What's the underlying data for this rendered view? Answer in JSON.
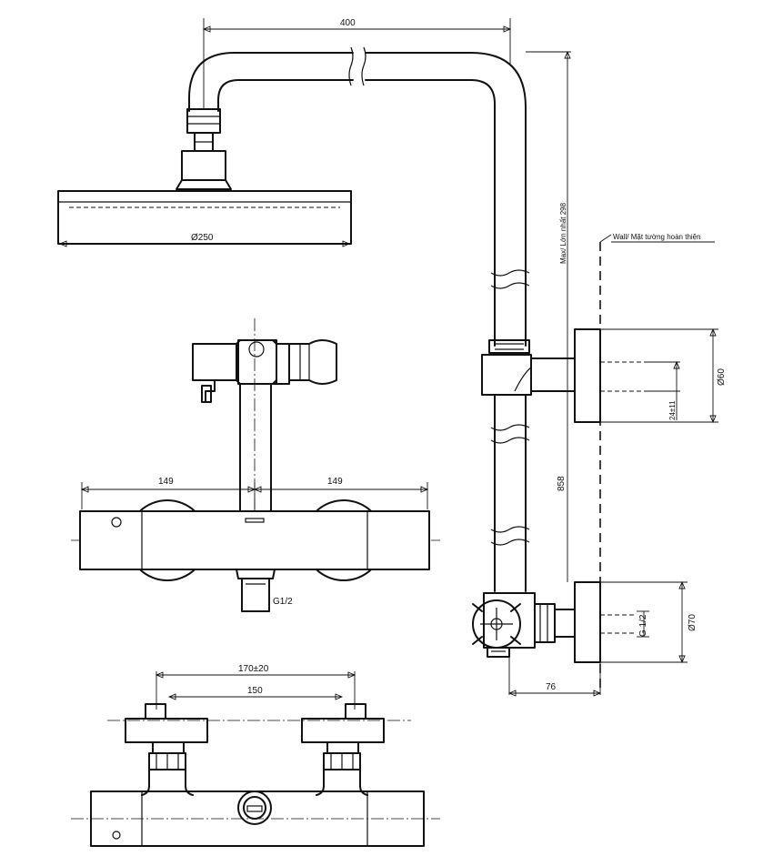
{
  "drawing": {
    "dimensions": {
      "arm_length": "400",
      "head_diameter": "Ø250",
      "max_height": "Max/ Lớn nhất 298",
      "wall_label": "Wall/ Mặt tường hoàn thiện",
      "flange_diameter": "Ø60",
      "insert_depth": "24±11",
      "riser_length": "858",
      "lower_flange_diameter": "Ø70",
      "thread_right": "G 1/2",
      "projection": "76",
      "left_offset": "149",
      "right_offset": "149",
      "outlet_thread": "G1/2",
      "center_distance": "170±20",
      "center_nominal": "150"
    }
  }
}
